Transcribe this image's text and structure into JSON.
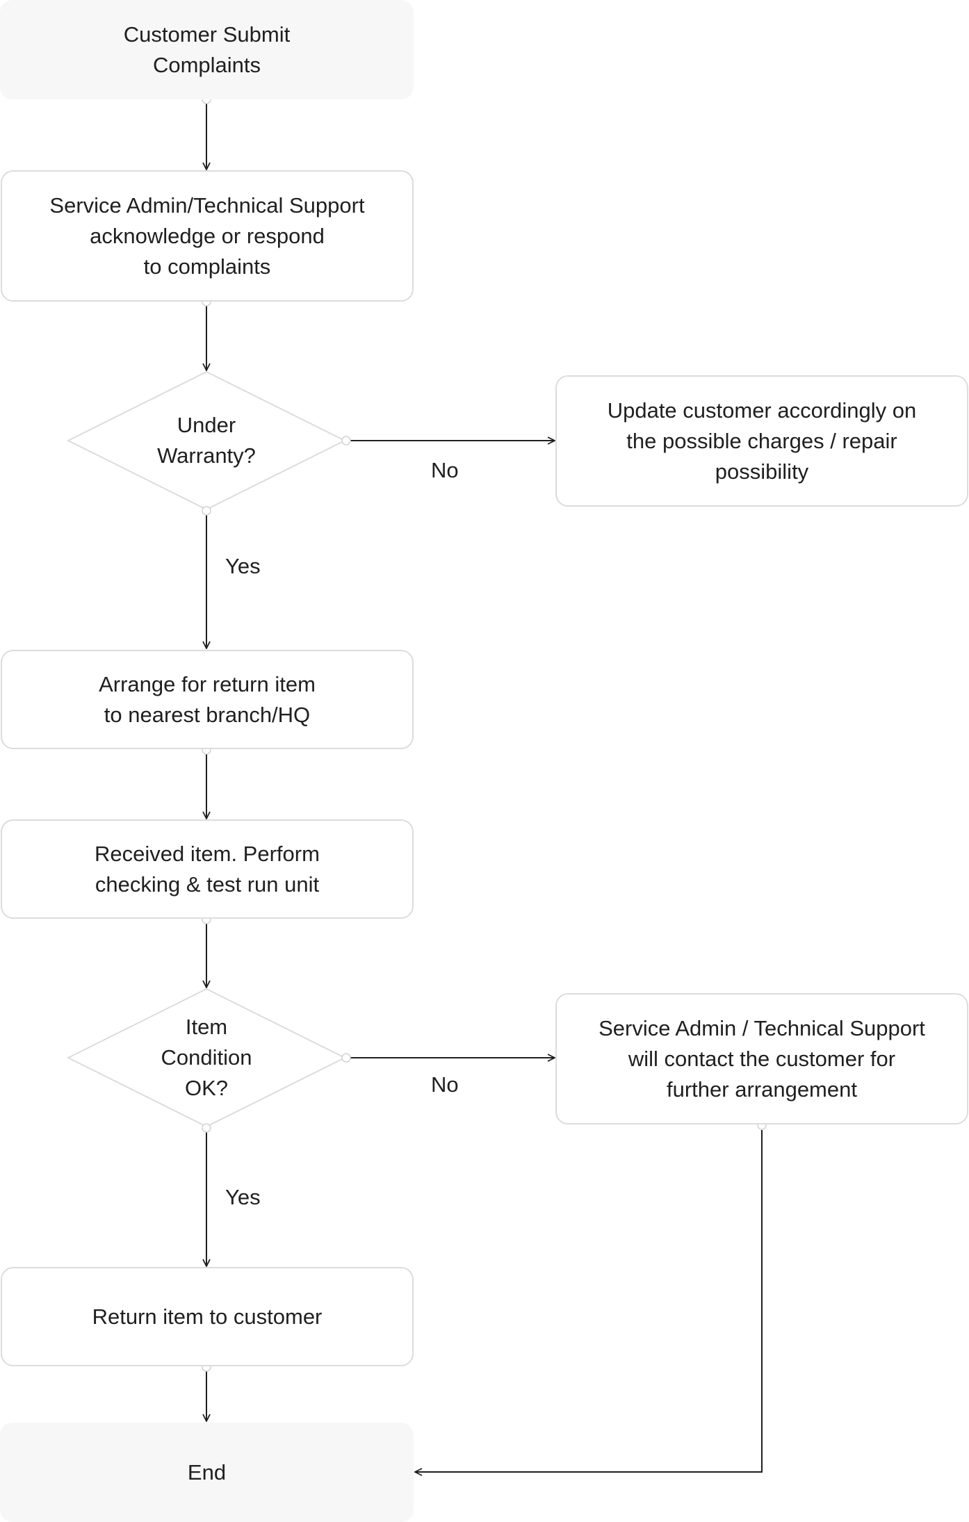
{
  "nodes": {
    "start": "Customer Submit\nComplaints",
    "acknowledge": "Service Admin/Technical Support\nacknowledge or respond\nto complaints",
    "warranty_decision": "Under\nWarranty?",
    "update_customer": "Update customer accordingly on\nthe possible charges / repair\npossibility",
    "arrange_return": "Arrange for return item\nto nearest branch/HQ",
    "received_item": "Received item. Perform\nchecking & test run unit",
    "condition_decision": "Item\nCondition\nOK?",
    "contact_customer": "Service Admin / Technical Support\nwill contact the customer for\nfurther arrangement",
    "return_item": "Return item to customer",
    "end": "End"
  },
  "edge_labels": {
    "warranty_no": "No",
    "warranty_yes": "Yes",
    "condition_no": "No",
    "condition_yes": "Yes"
  }
}
